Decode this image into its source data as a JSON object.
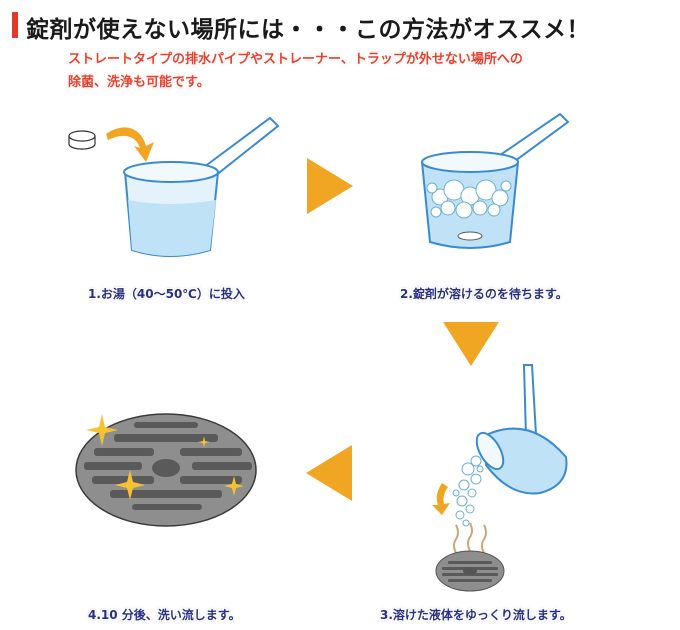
{
  "header": {
    "title": "錠剤が使えない場所には・・・この方法がオススメ！",
    "subtitle_line1": "ストレートタイプの排水パイプやストレーナー、トラップが外せない場所への",
    "subtitle_line2": "除菌、洗浄も可能です。"
  },
  "steps": [
    {
      "caption": "1.お湯（40～50℃）に投入"
    },
    {
      "caption": "2.錠剤が溶けるのを待ちます。"
    },
    {
      "caption": "3.溶けた液体をゆっくり流します。"
    },
    {
      "caption": "4.10 分後、洗い流します。"
    }
  ],
  "colors": {
    "accent_bar": "#e03a2a",
    "subtitle": "#e8402e",
    "caption": "#2a2f80",
    "arrow": "#f0a623",
    "water": "#bfe2f6",
    "drain": "#8e8e8e"
  }
}
